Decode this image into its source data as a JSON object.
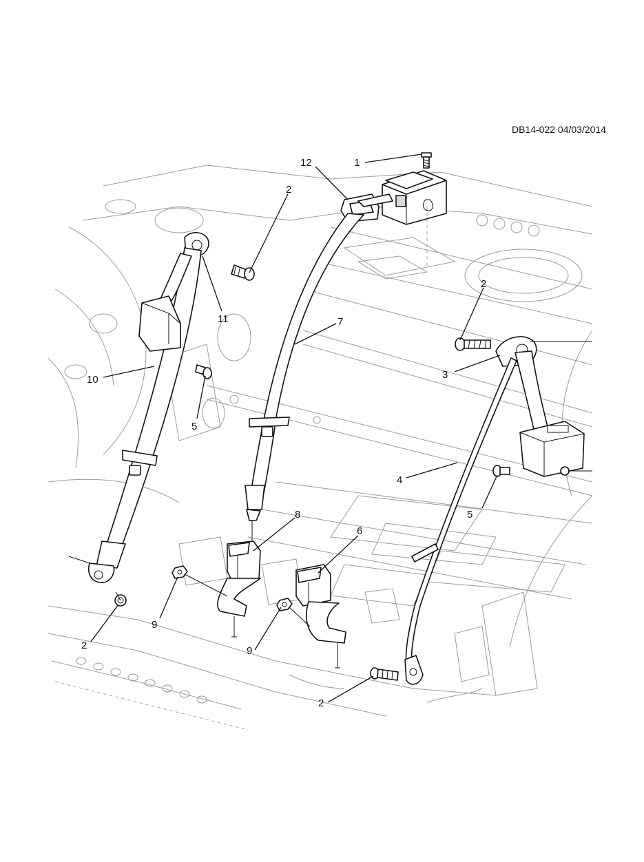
{
  "document": {
    "id_date": "DB14-022 04/03/2014"
  },
  "callouts": [
    {
      "id": "c1",
      "label": "1"
    },
    {
      "id": "c12",
      "label": "12"
    },
    {
      "id": "c2a",
      "label": "2"
    },
    {
      "id": "c11",
      "label": "11"
    },
    {
      "id": "c7",
      "label": "7"
    },
    {
      "id": "c2b",
      "label": "2"
    },
    {
      "id": "c3",
      "label": "3"
    },
    {
      "id": "c10",
      "label": "10"
    },
    {
      "id": "c5a",
      "label": "5"
    },
    {
      "id": "c4",
      "label": "4"
    },
    {
      "id": "c5b",
      "label": "5"
    },
    {
      "id": "c8",
      "label": "8"
    },
    {
      "id": "c6",
      "label": "6"
    },
    {
      "id": "c9a",
      "label": "9"
    },
    {
      "id": "c9b",
      "label": "9"
    },
    {
      "id": "c2c",
      "label": "2"
    },
    {
      "id": "c2d",
      "label": "2"
    }
  ]
}
